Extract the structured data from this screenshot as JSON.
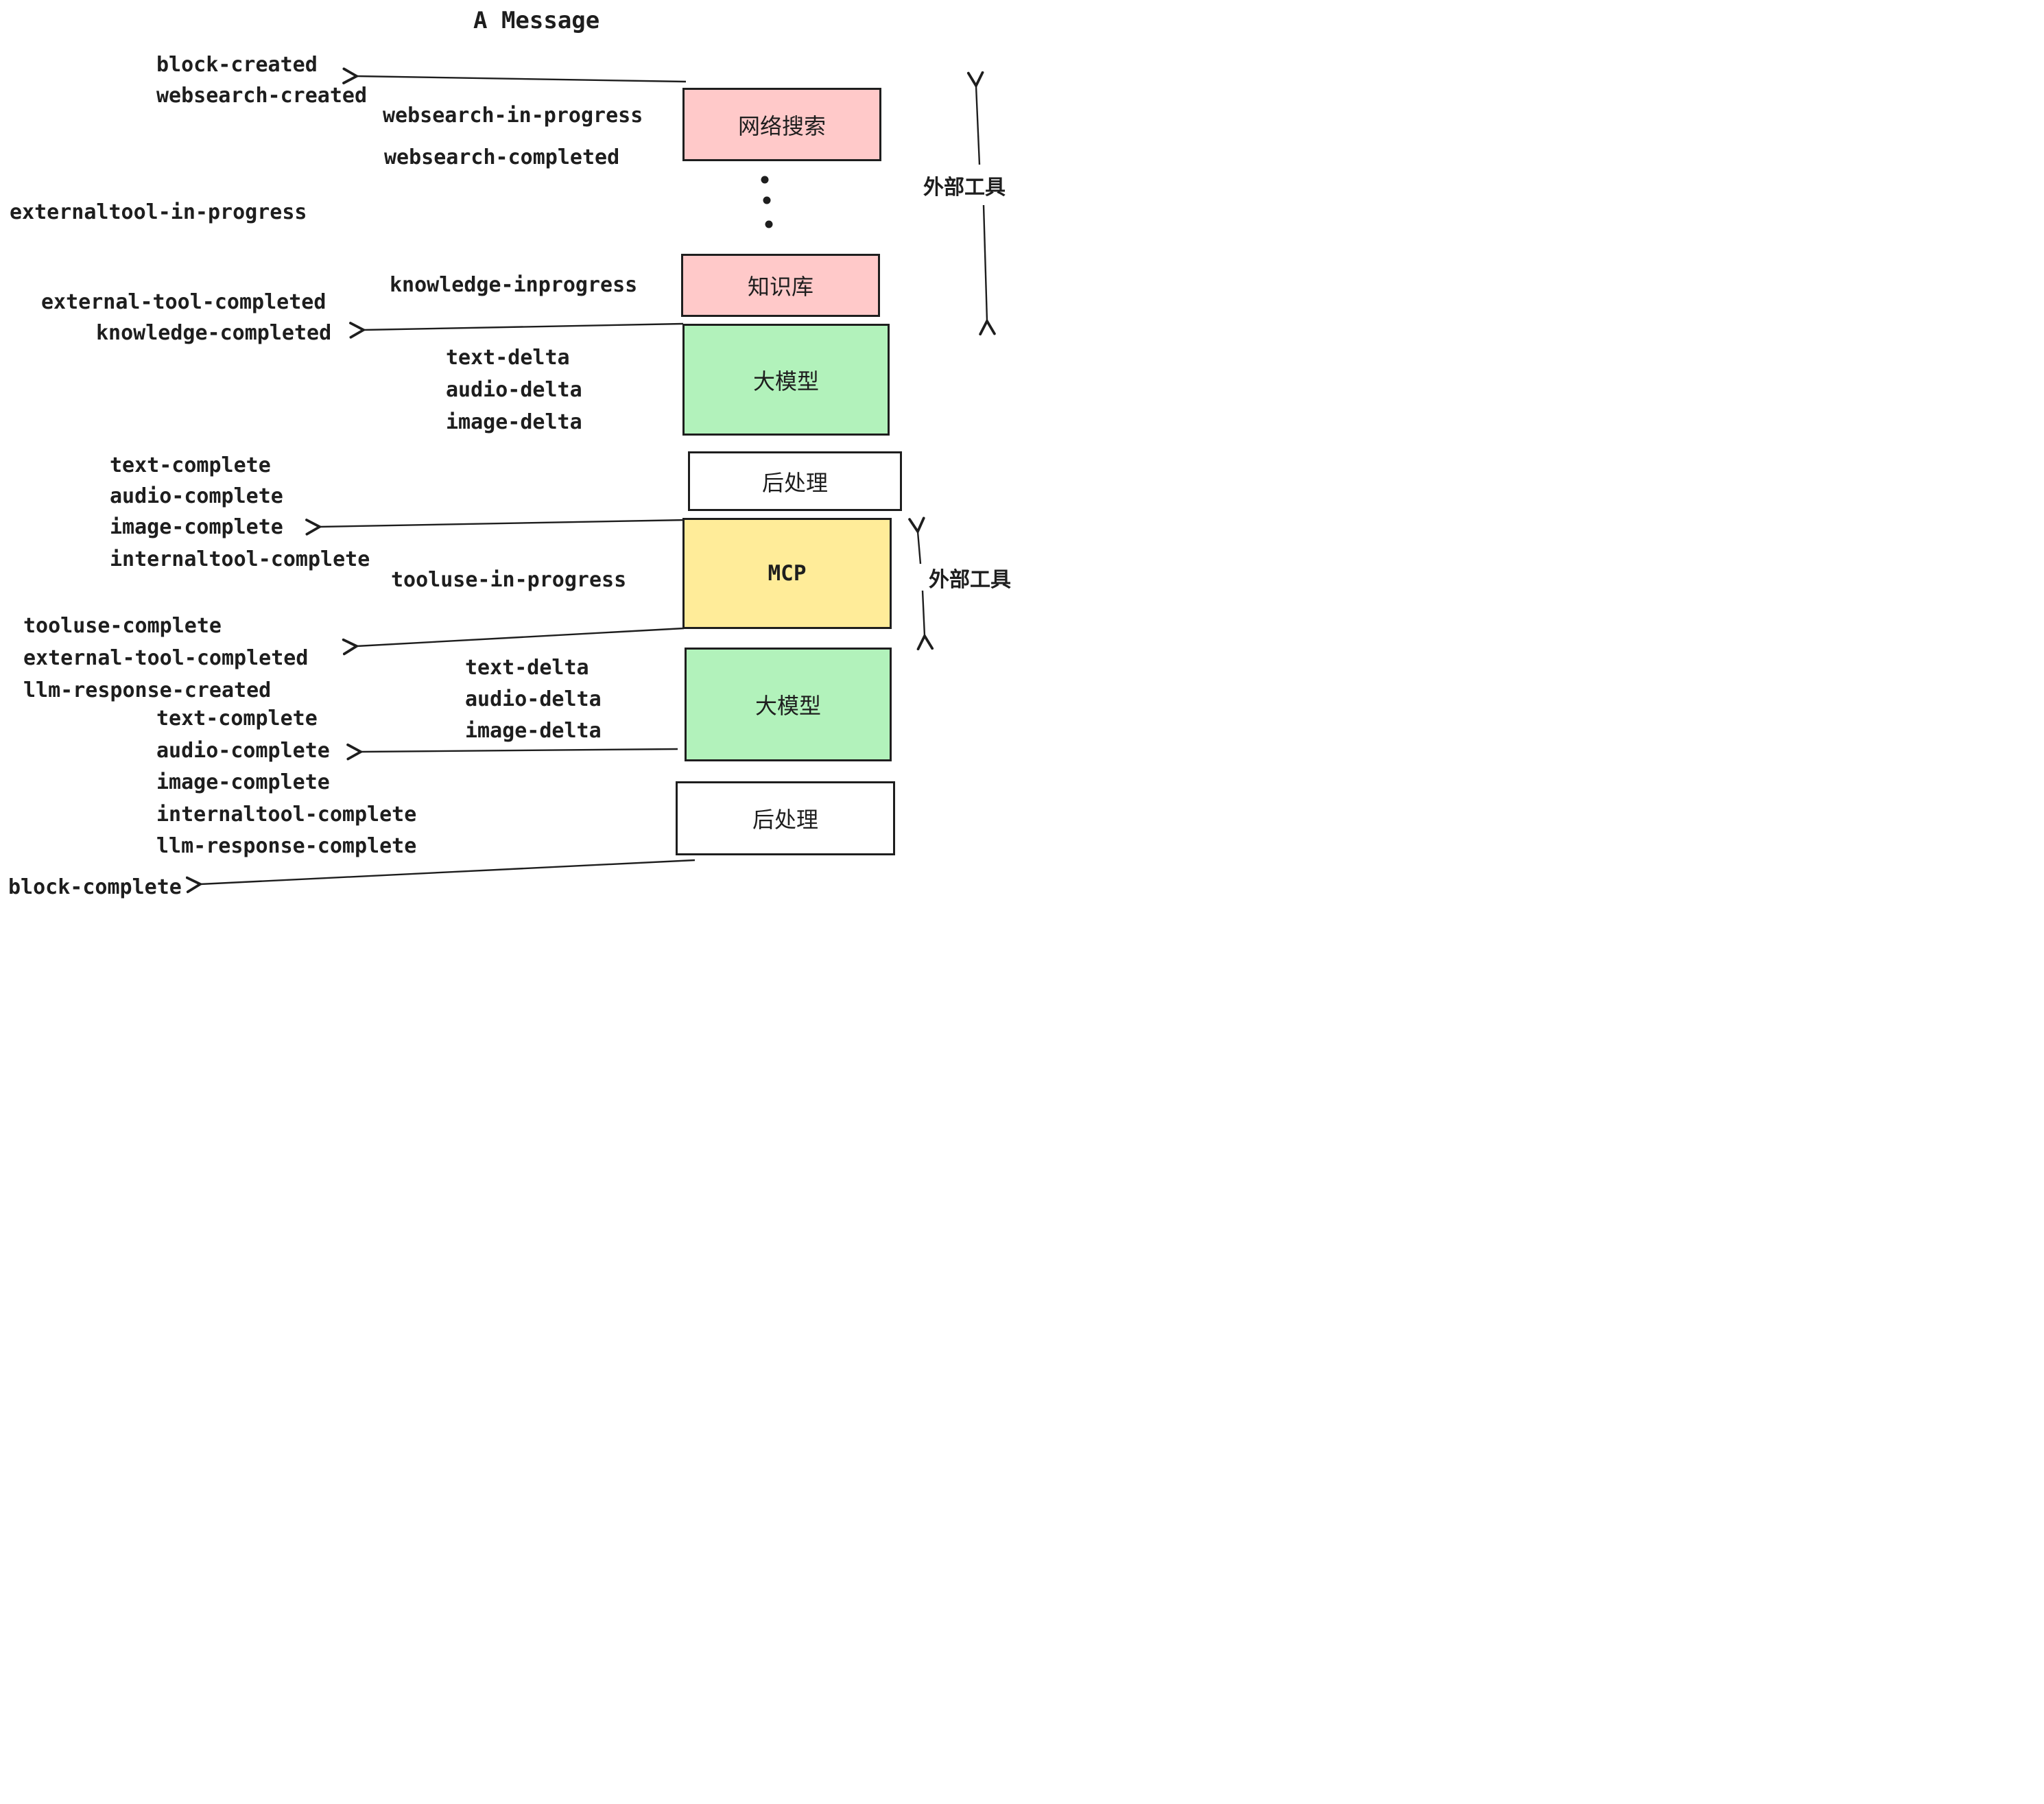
{
  "title": "A Message",
  "colors": {
    "ink": "#1e1e1e",
    "external_tool_box": "#ffc9c9",
    "llm_box": "#b2f2bb",
    "mcp_box": "#ffec99",
    "post_box": "#ffffff"
  },
  "boxes": {
    "websearch": {
      "label": "网络搜索"
    },
    "knowledge": {
      "label": "知识库"
    },
    "llm": {
      "label": "大模型"
    },
    "post": {
      "label": "后处理"
    },
    "mcp": {
      "label": "MCP"
    }
  },
  "side_labels": {
    "external_tool": "外部工具"
  },
  "events": {
    "block_created": "block-created",
    "websearch_created": "websearch-created",
    "websearch_in_progress": "websearch-in-progress",
    "websearch_completed": "websearch-completed",
    "externaltool_in_progress": "externaltool-in-progress",
    "knowledge_inprogress": "knowledge-inprogress",
    "external_tool_completed": "external-tool-completed",
    "knowledge_completed": "knowledge-completed",
    "text_delta": "text-delta",
    "audio_delta": "audio-delta",
    "image_delta": "image-delta",
    "text_complete": "text-complete",
    "audio_complete": "audio-complete",
    "image_complete": "image-complete",
    "internaltool_complete": "internaltool-complete",
    "tooluse_in_progress": "tooluse-in-progress",
    "tooluse_complete": "tooluse-complete",
    "llm_response_created": "llm-response-created",
    "llm_response_complete": "llm-response-complete",
    "block_complete": "block-complete"
  }
}
